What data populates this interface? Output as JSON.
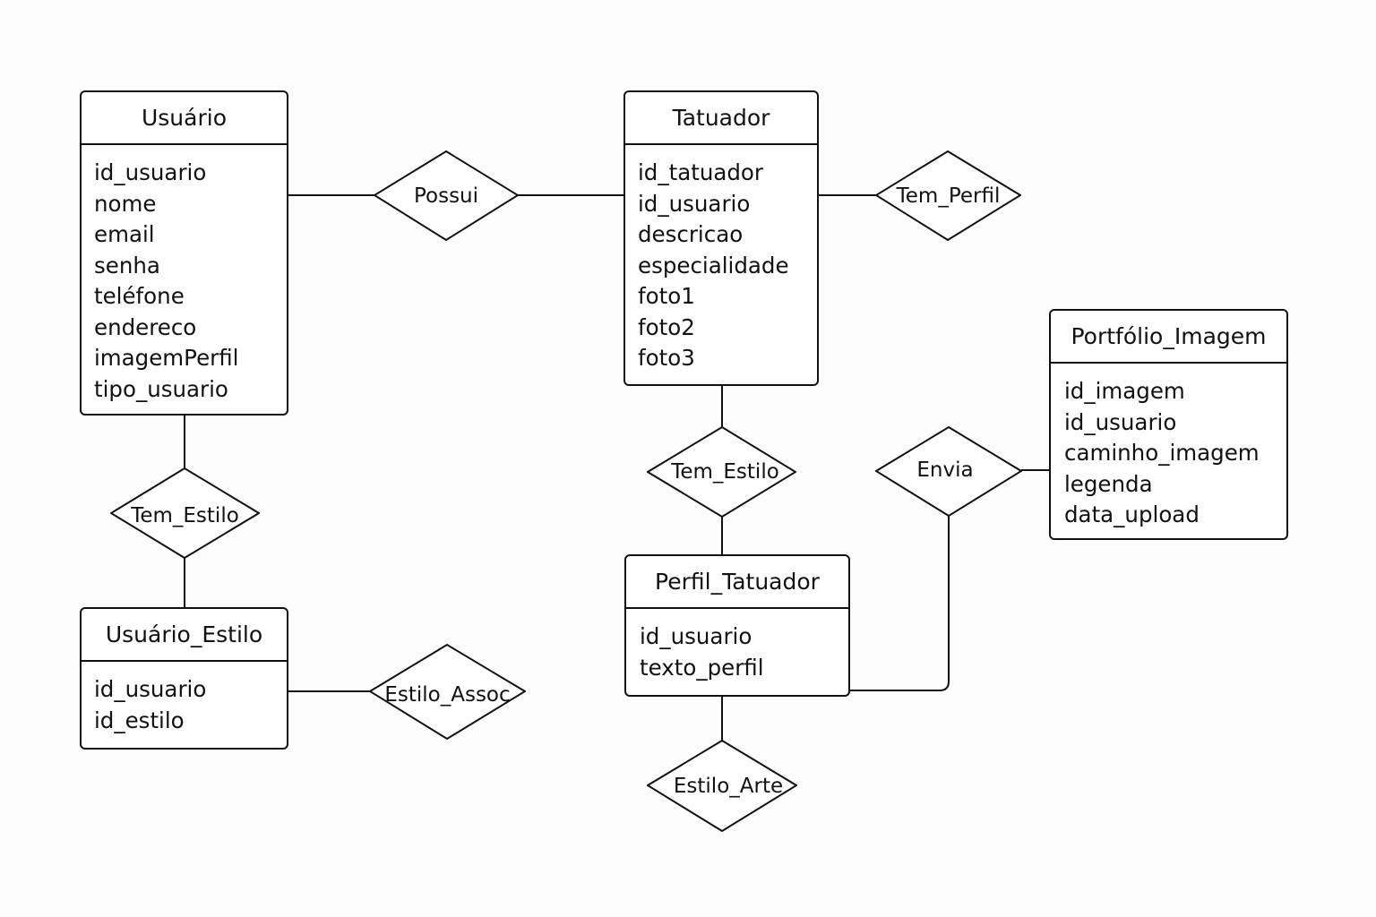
{
  "entities": {
    "usuario": {
      "title": "Usuário",
      "attributes": [
        "id_usuario",
        "nome",
        "email",
        "senha",
        "teléfone",
        "endereco",
        "imagemPerfil",
        "tipo_usuario"
      ]
    },
    "tatuador": {
      "title": "Tatuador",
      "attributes": [
        "id_tatuador",
        "id_usuario",
        "descricao",
        "especialidade",
        "foto1",
        "foto2",
        "foto3"
      ]
    },
    "portfolio_imagem": {
      "title": "Portfólio_Imagem",
      "attributes": [
        "id_imagem",
        "id_usuario",
        "caminho_imagem",
        "legenda",
        "data_upload"
      ]
    },
    "usuario_estilo": {
      "title": "Usuário_Estilo",
      "attributes": [
        "id_usuario",
        "id_estilo"
      ]
    },
    "perfil_tatuador": {
      "title": "Perfil_Tatuador",
      "attributes": [
        "id_usuario",
        "texto_perfil"
      ]
    }
  },
  "relationships": {
    "possui": "Possui",
    "tem_perfil": "Tem_Perfil",
    "tem_estilo_usuario": "Tem_Estilo",
    "tem_estilo_tatuador": "Tem_Estilo",
    "envia": "Envia",
    "estilo_assoc": "Estilo_Assoc",
    "estilo_arte": "Estilo_Arte"
  }
}
